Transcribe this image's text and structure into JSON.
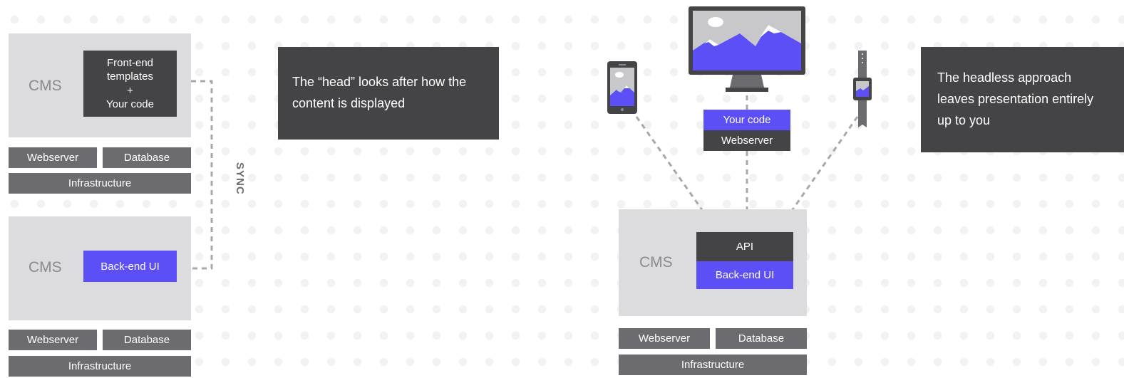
{
  "left": {
    "top_stack": {
      "cms_label": "CMS",
      "frontend_box": "Front-end\ntemplates\n+\nYour code",
      "webserver": "Webserver",
      "database": "Database",
      "infrastructure": "Infrastructure"
    },
    "bottom_stack": {
      "cms_label": "CMS",
      "backend_ui": "Back-end UI",
      "webserver": "Webserver",
      "database": "Database",
      "infrastructure": "Infrastructure"
    },
    "sync_label": "SYNC",
    "callout": "The “head” looks after how the content is displayed"
  },
  "right": {
    "your_code": "Your code",
    "webserver_top": "Webserver",
    "cms_label": "CMS",
    "api": "API",
    "backend_ui": "Back-end UI",
    "webserver": "Webserver",
    "database": "Database",
    "infrastructure": "Infrastructure",
    "callout": "The headless approach leaves presentation entirely up to you",
    "devices": [
      "phone-icon",
      "monitor-icon",
      "smartwatch-icon"
    ]
  },
  "colors": {
    "dark": "#444446",
    "mid": "#6c6c70",
    "light": "#dcdcde",
    "accent": "#5b4ff5",
    "connector": "#a8a8ab"
  }
}
